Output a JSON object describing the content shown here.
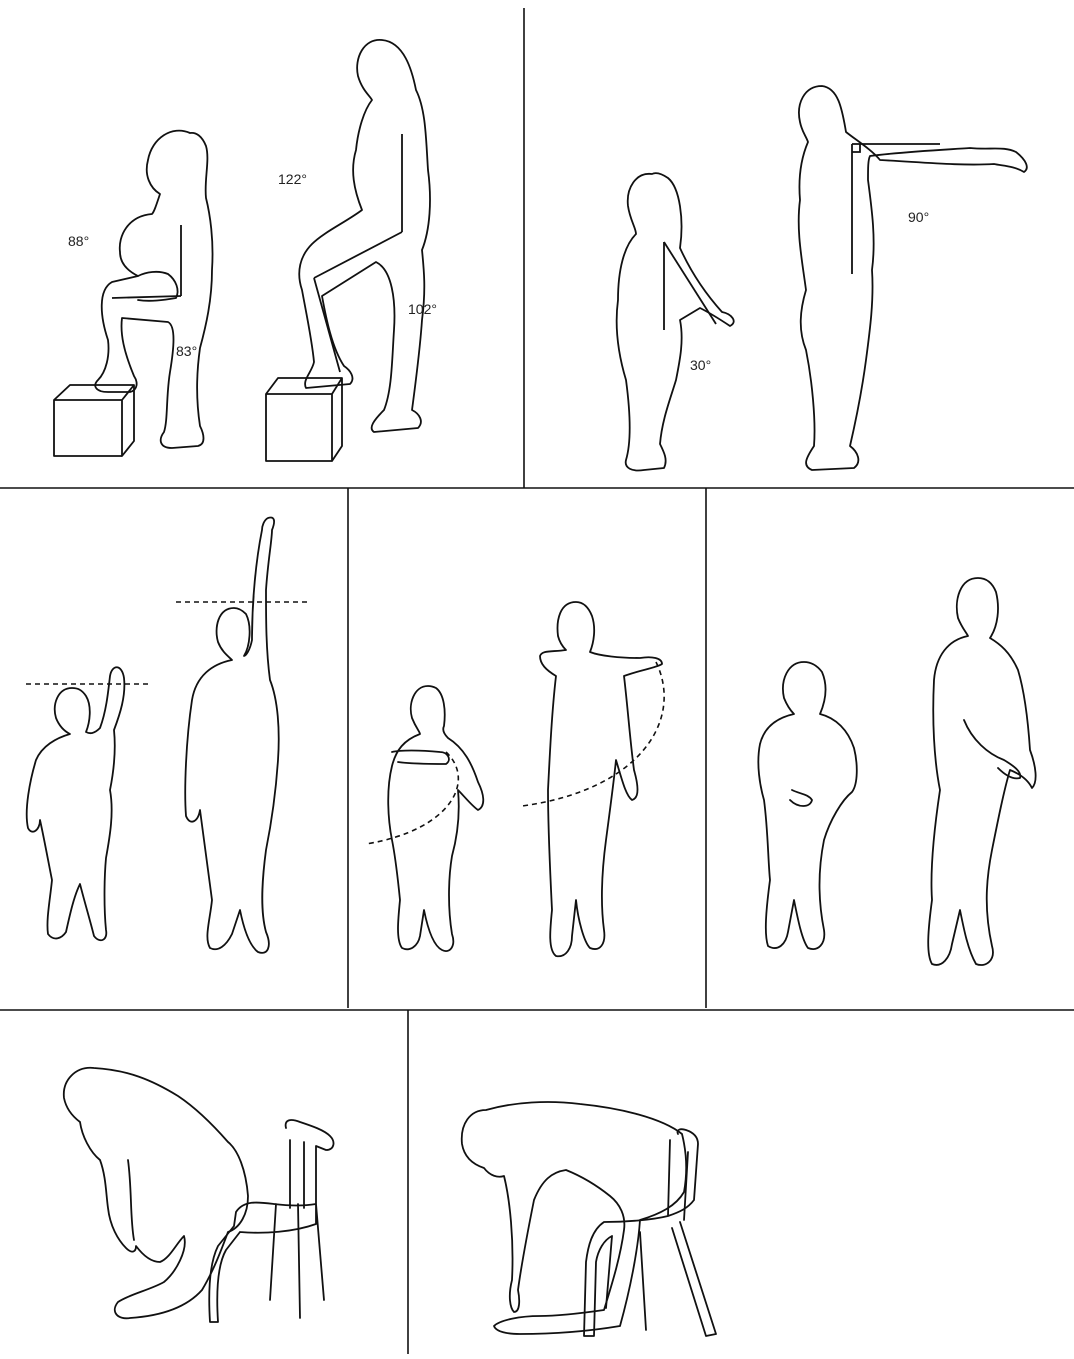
{
  "panels": [
    {
      "id": "stair-step",
      "angles": [
        "88°",
        "83°",
        "122°",
        "102°"
      ]
    },
    {
      "id": "arm-raise-side",
      "angles": [
        "30°",
        "90°"
      ]
    },
    {
      "id": "arm-raise-overhead"
    },
    {
      "id": "arm-across-body"
    },
    {
      "id": "hand-behind-back"
    },
    {
      "id": "sit-to-chair"
    },
    {
      "id": "seated-forward-reach"
    }
  ],
  "colors": {
    "line": "#111111",
    "background": "#ffffff"
  }
}
